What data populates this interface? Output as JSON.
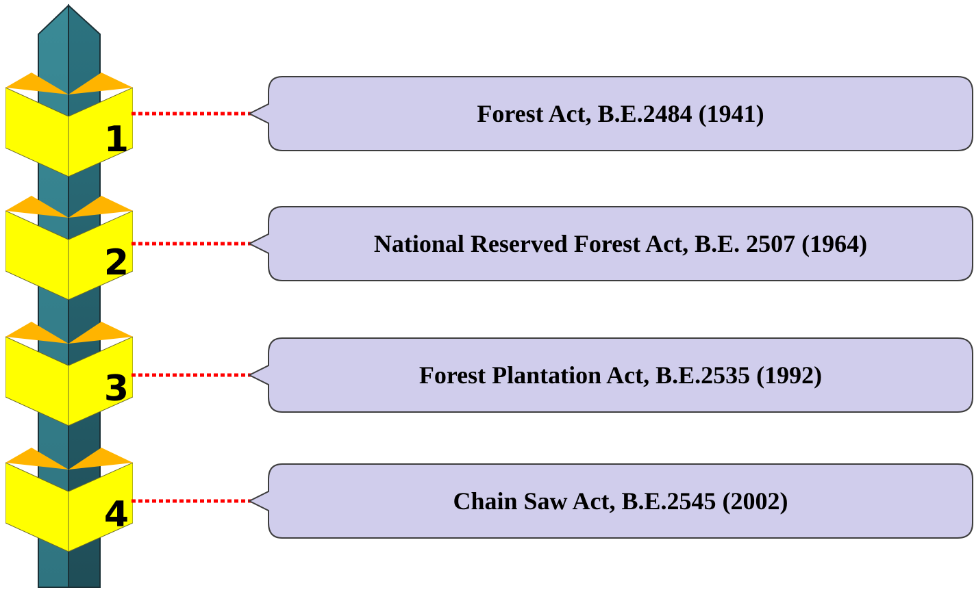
{
  "colors": {
    "pillar_light": "#3a8590",
    "pillar_dark": "#1e4f58",
    "cube_yellow": "#ffff00",
    "cube_orange": "#ffb400",
    "connector_red": "#ff0000",
    "callout_fill": "#d0cdec"
  },
  "items": [
    {
      "number": "1",
      "label": "Forest Act, B.E.2484 (1941)"
    },
    {
      "number": "2",
      "label": "National Reserved Forest Act, B.E. 2507 (1964)"
    },
    {
      "number": "3",
      "label": "Forest Plantation Act, B.E.2535 (1992)"
    },
    {
      "number": "4",
      "label": "Chain Saw Act, B.E.2545 (2002)"
    }
  ]
}
